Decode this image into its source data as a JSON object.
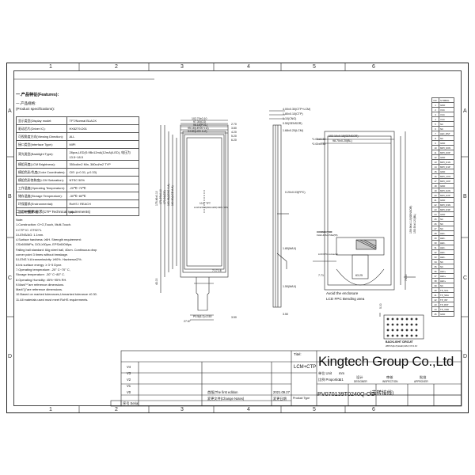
{
  "border": {
    "col_numbers": [
      "1",
      "2",
      "3",
      "4",
      "5",
      "6"
    ],
    "row_letters": [
      "A",
      "B",
      "C",
      "D"
    ]
  },
  "spec": {
    "heading": "一.产品特征(Features):",
    "section1_cn": "一.产品规格:",
    "section1_en": "(Product specifications):",
    "rows": [
      {
        "label": "显示类型(Display model:",
        "value": "TFT/Normal BLACK"
      },
      {
        "label": "驱动芯片(Driver IC):",
        "value": "HX8279-D01"
      },
      {
        "label": "可视角度方向(Viewing Direction):",
        "value": "ALL"
      },
      {
        "label": "接口类型(Interface Type):",
        "value": "MIPI"
      },
      {
        "label": "背光类型(Backlight Type):",
        "value": "28pcs,LED(S:9Bx12mA(12mA)/LED), 电压为13.5~18.5"
      },
      {
        "label": "模组亮度(LCM Brightness):",
        "value": "350cd/m2 Min, 380cd/m2 TYP"
      },
      {
        "label": "模组色彩/色度(Color Coordinates):",
        "value": "CIE: (x:0.31, y:0.33)"
      },
      {
        "label": "模组色彩饱和度(LCM Saturation):",
        "value": "NTSC 50%"
      },
      {
        "label": "工作温度(Operating Temperature):",
        "value": "-20℃~70℃"
      },
      {
        "label": "储存温度(Storage Temperature):",
        "value": "-30℃~80℃"
      },
      {
        "label": "环保要求(Environmental):",
        "value": "RoHS / REACH"
      },
      {
        "label": "是否带触摸 ctp:",
        "value": "yes"
      }
    ],
    "ctp_heading": "二.CTP技术要求(CTP Technical requirements)",
    "notes": [
      "Note:",
      "1.Construction: G+G,Touch, Multi-Touch.",
      "2.CTP IC: GT9271.",
      "3.LENS/AG: 1.1mm.",
      "4.Surface hardness: ≥6H. Strength requirement:",
      "  CS≥600MPa, DOL≥30μm, EPS≥600Mpa.",
      "  Falling ball standard: 64g steel ball, 40cm. Continuous drop",
      "  corner point 3 times without breakage.",
      "5.LENS V.A transmissivity: ≥90%. Haziness≤2%.",
      "6.Ink surface energy: ≥ 3~5 Dyne.",
      "7.Operating temperature: -20° C~70° C,",
      "  Storage temperature: -30° C~80° C.",
      "8.Operating Humidity: 45%~95% RH.",
      "9.Mark\"*\"are reference dimensions.",
      "  Mark\"()\"are reference dimensions.",
      "10.Based on marked tolerances,Unmarked tolerance ±0.30.",
      "11.All materials used must meet RoHS requirements."
    ]
  },
  "front_view": {
    "dims_top": [
      "102.70±0.10",
      "97.30(CG)",
      "96.15(POL)",
      "95.18(LENS V.A)",
      "94.50(LCD A.A)"
    ],
    "dims_right_top": [
      "2.70",
      "3.80",
      "4.20",
      "5.20",
      "6.20"
    ],
    "dims_left": [
      "175.46±0.10",
      "171.97±0.10",
      "170.91(CG)",
      "163.45(LENS V.A)",
      "160.80(LCD A.A)"
    ],
    "center_label_1": "10.1\" TFT",
    "center_label_2": "LCM WXGA(800x1280) MIPI / IPS",
    "dim_71": "7.17.16",
    "dim_bottom_1": "P0.5(6-1)=2.50",
    "dim_bottom_2": "27.67",
    "dim_bottom_3": "3.50",
    "dim_left_small": "43.00"
  },
  "side_view": {
    "labels": [
      "4.00±0.30(CTP+LCM)",
      "1.80±0.10(CTP)",
      "1.10(CNG)",
      "0.50(SENSOR)",
      "1.68±0.20(LCM)",
      "0.20±0.03(FPC)",
      "1.80(MAX)",
      "1.50(MAX)",
      "3.50"
    ]
  },
  "back_view": {
    "dims_top": [
      "102.10±0.15(SENSOR)",
      "98.70±0.20(BL)"
    ],
    "dims_left": [
      "*2.00±0.30",
      "*1.00±0.30"
    ],
    "dims_right": [
      "159.96±0.15(SENSOR)",
      "155.90±0.20(BL)"
    ],
    "connector_label": "CONNECTOR:",
    "connector_spec": "FH12-45S-0.5SH(55)",
    "ffc_label": "LCD FPC connector",
    "note_avoid": "Avoid the enclosure",
    "note_bend": "LCD FPC Bending area",
    "dim_771": "7.71",
    "dim_6325": "63.25",
    "dim_7400": "74.00",
    "dim_500": "5.00"
  },
  "backlight": {
    "label": "BACKLIGHT CIRCUIT",
    "sub": "28PCS(4x7)&LED,MAX,Vf=3.2V"
  },
  "pin_table": {
    "header_no": "NO.",
    "header_sym": "SYMBOL",
    "rows": [
      [
        "1",
        "GND"
      ],
      [
        "2",
        "VCC"
      ],
      [
        "3",
        "VCC"
      ],
      [
        "4",
        "VCC"
      ],
      [
        "5",
        "NC"
      ],
      [
        "6",
        "NC"
      ],
      [
        "7",
        "LED_RST"
      ],
      [
        "8",
        "NC"
      ],
      [
        "9",
        "GND"
      ],
      [
        "10",
        "MIPI_D0N"
      ],
      [
        "11",
        "MIPI_D0P"
      ],
      [
        "12",
        "GND"
      ],
      [
        "13",
        "MIPI_D1N"
      ],
      [
        "14",
        "MIPI_D1P"
      ],
      [
        "15",
        "GND"
      ],
      [
        "16",
        "MIPI_CKN"
      ],
      [
        "17",
        "MIPI_CKP"
      ],
      [
        "18",
        "GND"
      ],
      [
        "19",
        "MIPI_D2N"
      ],
      [
        "20",
        "MIPI_D2P"
      ],
      [
        "21",
        "GND"
      ],
      [
        "22",
        "MIPI_D3N"
      ],
      [
        "23",
        "MIPI_D3P"
      ],
      [
        "24",
        "GND"
      ],
      [
        "25",
        "NC"
      ],
      [
        "26",
        "NC"
      ],
      [
        "27",
        "NC"
      ],
      [
        "28",
        "LED-"
      ],
      [
        "29",
        "LED-"
      ],
      [
        "30",
        "LED-"
      ],
      [
        "31",
        "LED-"
      ],
      [
        "32",
        "LED-"
      ],
      [
        "33",
        "LED-"
      ],
      [
        "34",
        "NC"
      ],
      [
        "35",
        "NC"
      ],
      [
        "36",
        "LED+"
      ],
      [
        "37",
        "LED+"
      ],
      [
        "38",
        "LED+"
      ],
      [
        "39",
        "NC"
      ],
      [
        "40",
        "TP_SCL"
      ],
      [
        "41",
        "TP_SDA"
      ],
      [
        "42",
        "TP_INT"
      ],
      [
        "43",
        "TP_RST"
      ],
      [
        "44",
        "TP_VDD"
      ],
      [
        "45",
        "GND"
      ]
    ]
  },
  "title_block": {
    "company": "Kingtech Group Co.,Ltd",
    "title_label": "Titel:",
    "title_value": "LCM+CTP",
    "product_type_label": "Product Type",
    "product_type_value": "PV070139T0240Q-CO",
    "nature": "(去转接线)",
    "versions": [
      "V4",
      "V3",
      "V2",
      "V1",
      "V0"
    ],
    "rev_row": [
      "首版(The first edition",
      "2021.09.27"
    ],
    "rev_row2": [
      "変更文件(Change Notes)",
      "変更日期"
    ],
    "seq_label": "序号 Serial",
    "proj_label": "投影 Projection",
    "scale": "1:1",
    "unit": "mm",
    "design": "设计",
    "check": "审核",
    "approve": "批准",
    "design_en": "DESIGNER",
    "check_en": "INSPECTION",
    "approve_en": "APPROVER",
    "unit_label": "单位 Unit",
    "scale_label": "比例 Proportion",
    "sheet_label": "共 页 第 页"
  }
}
